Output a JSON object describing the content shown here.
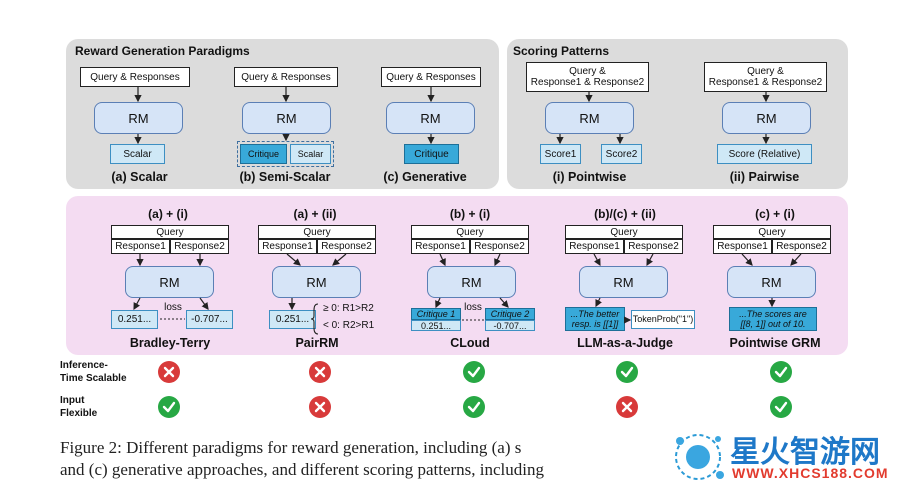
{
  "reward_panel": {
    "title": "Reward Generation Paradigms",
    "query_label": "Query & Responses",
    "rm_label": "RM",
    "scalar": "Scalar",
    "critique": "Critique",
    "caption_a": "(a) Scalar",
    "caption_b": "(b) Semi-Scalar",
    "caption_c": "(c) Generative"
  },
  "scoring_panel": {
    "title": "Scoring Patterns",
    "query_label_line1": "Query &",
    "query_label_line2": "Response1 & Response2",
    "rm_label": "RM",
    "score1": "Score1",
    "score2": "Score2",
    "score_relative": "Score (Relative)",
    "caption_i": "(i) Pointwise",
    "caption_ii": "(ii) Pairwise"
  },
  "methods": [
    {
      "header": "(a) + (i)",
      "query": "Query",
      "r1": "Response1",
      "r2": "Response2",
      "rm": "RM",
      "out1": "0.251...",
      "out2": "-0.707...",
      "mid": "loss",
      "name": "Bradley-Terry"
    },
    {
      "header": "(a) + (ii)",
      "query": "Query",
      "r1": "Response1",
      "r2": "Response2",
      "rm": "RM",
      "out1": "0.251...",
      "rule1": "≥ 0: R1>R2",
      "rule2": "< 0: R2>R1",
      "name": "PairRM"
    },
    {
      "header": "(b) + (i)",
      "query": "Query",
      "r1": "Response1",
      "r2": "Response2",
      "rm": "RM",
      "crit1": "Critique 1",
      "crit2": "Critique 2",
      "out1": "0.251...",
      "out2": "-0.707...",
      "mid": "loss",
      "name": "CLoud"
    },
    {
      "header": "(b)/(c) + (ii)",
      "query": "Query",
      "r1": "Response1",
      "r2": "Response2",
      "rm": "RM",
      "out1_line1": "...The better",
      "out1_line2": "resp. is [[1]]",
      "out2": "TokenProb(\"1\")",
      "name": "LLM-as-a-Judge"
    },
    {
      "header": "(c) + (i)",
      "query": "Query",
      "r1": "Response1",
      "r2": "Response2",
      "rm": "RM",
      "out1_line1": "...The scores are",
      "out1_line2": "[[8, 1]] out of 10.",
      "name": "Pointwise GRM"
    }
  ],
  "rows": {
    "inference_line1": "Inference-",
    "inference_line2": "Time Scalable",
    "input_line1": "Input",
    "input_line2": "Flexible",
    "inference_values": [
      false,
      false,
      true,
      true,
      true
    ],
    "input_values": [
      true,
      false,
      true,
      false,
      true
    ]
  },
  "colors": {
    "check": "#27a844",
    "cross": "#d83a3a"
  },
  "caption": {
    "line1": "Figure 2: Different paradigms for reward generation, including (a) s",
    "line2": "and (c) generative approaches, and different scoring patterns, including"
  },
  "watermark": {
    "title": "星火智游网",
    "url": "WWW.XHCS188.COM"
  }
}
